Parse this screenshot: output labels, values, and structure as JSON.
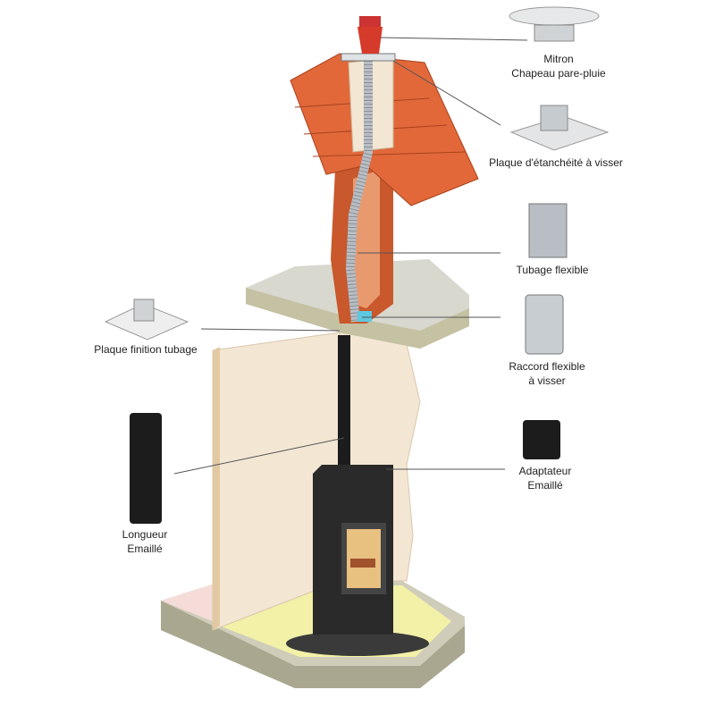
{
  "labels": {
    "mitron": {
      "line1": "Mitron",
      "line2": "Chapeau pare-pluie"
    },
    "plaque_etancheite": {
      "line1": "Plaque d'étanchéité à visser"
    },
    "tubage": {
      "line1": "Tubage flexible"
    },
    "raccord": {
      "line1": "Raccord flexible",
      "line2": "à visser"
    },
    "adaptateur": {
      "line1": "Adaptateur",
      "line2": "Emaillé"
    },
    "plaque_finition": {
      "line1": "Plaque finition tubage"
    },
    "longueur": {
      "line1": "Longueur",
      "line2": "Emaillé"
    }
  },
  "colors": {
    "tile": "#e2683a",
    "brick": "#c9582c",
    "wall": "#f3e6d3",
    "floor": "#f3f0a8",
    "slab": "#d8d6c4",
    "stove": "#2a2a2a",
    "steel": "#b9bec4"
  }
}
